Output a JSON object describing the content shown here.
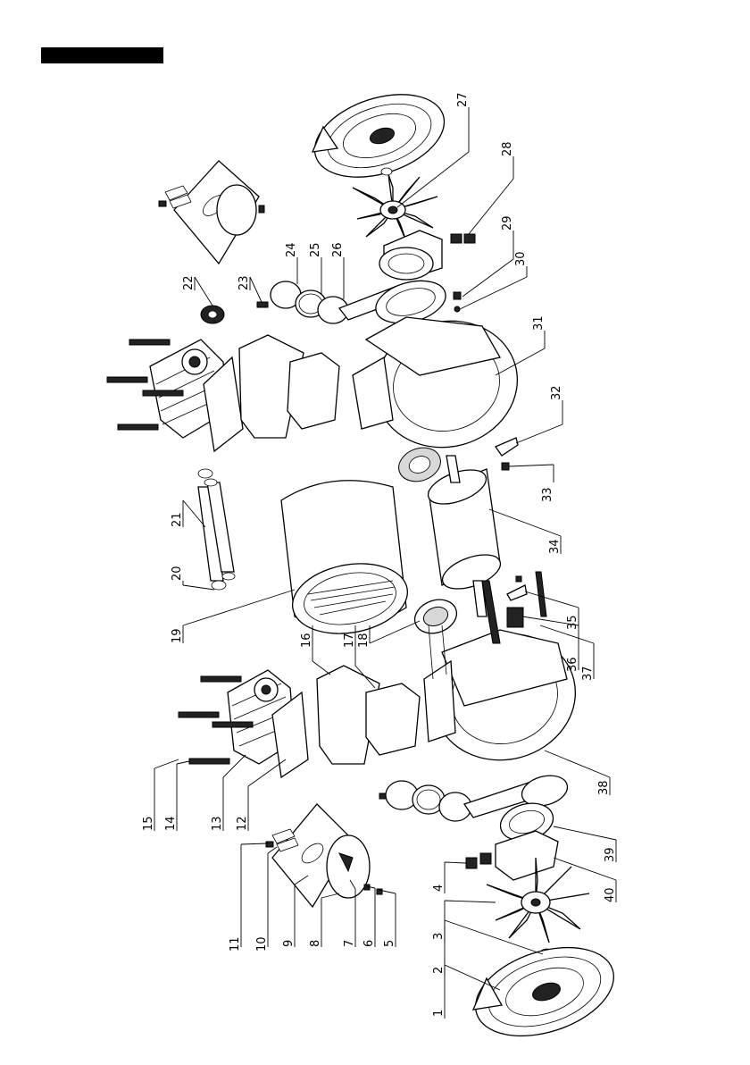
{
  "header": {
    "bar_color": "#000000"
  },
  "callouts": {
    "c1": "1",
    "c2": "2",
    "c3": "3",
    "c4": "4",
    "c5": "5",
    "c6": "6",
    "c7": "7",
    "c8": "8",
    "c9": "9",
    "c10": "10",
    "c11": "11",
    "c12": "12",
    "c13": "13",
    "c14": "14",
    "c15": "15",
    "c16": "16",
    "c17": "17",
    "c18": "18",
    "c19": "19",
    "c20": "20",
    "c21": "21",
    "c22": "22",
    "c23": "23",
    "c24": "24",
    "c25": "25",
    "c26": "26",
    "c27": "27",
    "c28": "28",
    "c29": "29",
    "c30": "30",
    "c31": "31",
    "c32": "32",
    "c33": "33",
    "c34": "34",
    "c35": "35",
    "c36": "36",
    "c37": "37",
    "c38": "38",
    "c39": "39",
    "c40": "40"
  }
}
